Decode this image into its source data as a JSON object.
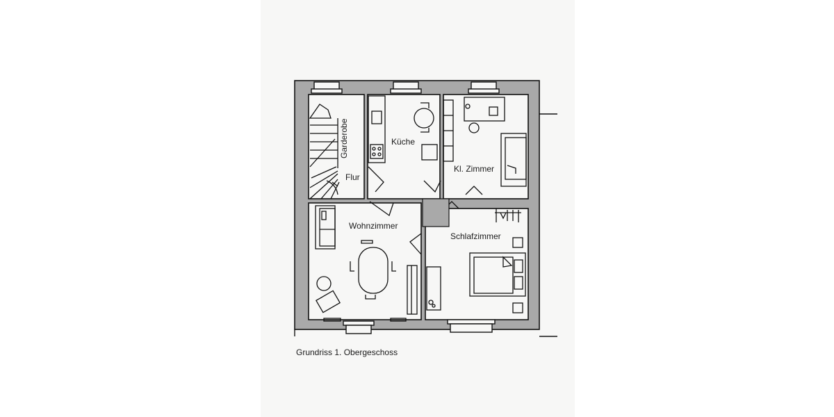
{
  "drawing": {
    "caption": "Grundriss 1. Obergeschoss",
    "rooms": [
      {
        "id": "garderobe",
        "label": "Garderobe"
      },
      {
        "id": "flur",
        "label": "Flur"
      },
      {
        "id": "kueche",
        "label": "Küche"
      },
      {
        "id": "kl_zimmer",
        "label": "Kl. Zimmer"
      },
      {
        "id": "wohnzimmer",
        "label": "Wohnzimmer"
      },
      {
        "id": "schlafzimmer",
        "label": "Schlafzimmer"
      }
    ],
    "colors": {
      "wall_fill": "#a9a9a9",
      "line": "#111111",
      "paper": "#f7f7f6"
    }
  }
}
